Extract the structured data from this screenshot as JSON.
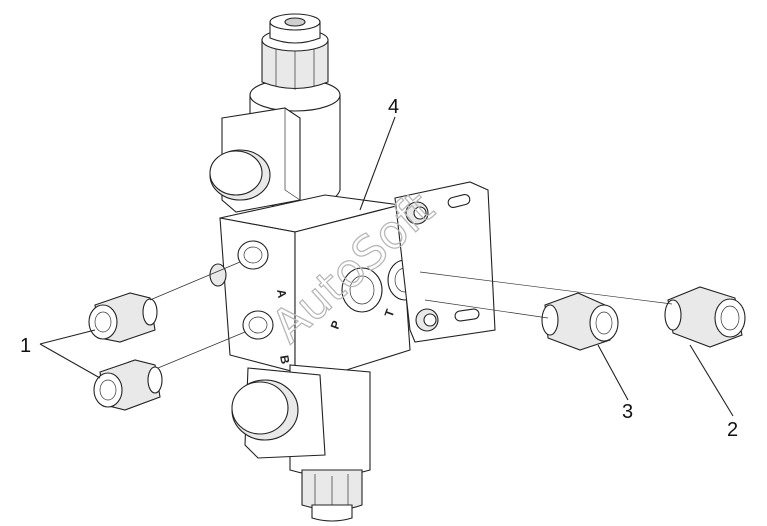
{
  "callouts": [
    {
      "id": "1",
      "label": "1"
    },
    {
      "id": "2",
      "label": "2"
    },
    {
      "id": "3",
      "label": "3"
    },
    {
      "id": "4",
      "label": "4"
    }
  ],
  "port_labels": {
    "a": "A",
    "b": "B",
    "p": "P",
    "t": "T"
  },
  "watermark": "AutoSoft"
}
